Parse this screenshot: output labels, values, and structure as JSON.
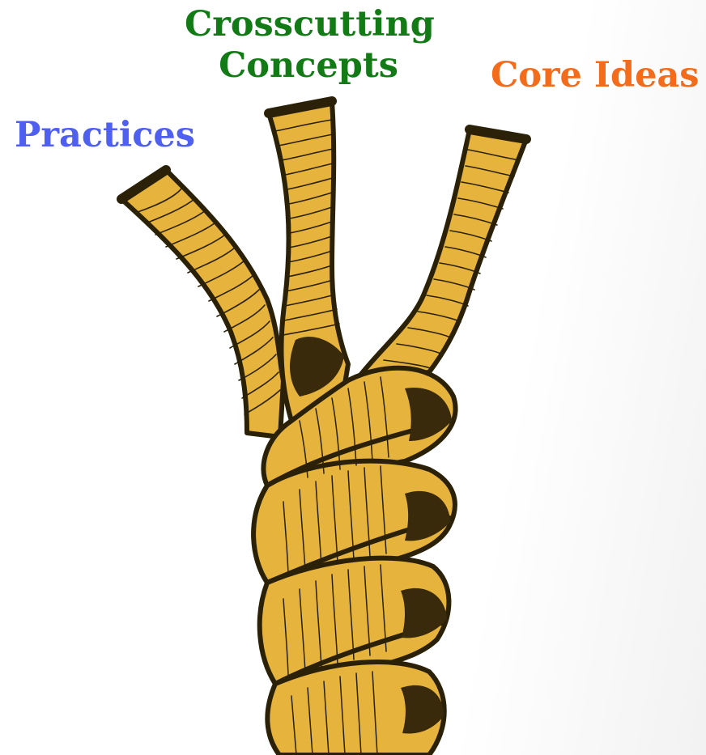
{
  "labels": {
    "practices": "Practices",
    "crosscutting_line1": "Crosscutting",
    "crosscutting_line2": "Concepts",
    "core_ideas": "Core Ideas"
  },
  "colors": {
    "practices": "#4f5ff0",
    "crosscutting": "#127b16",
    "core_ideas": "#f26c1c",
    "rope_fill": "#e6b33c",
    "rope_outline": "#2a2108"
  },
  "image": {
    "subject": "three-strand-rope-icon"
  }
}
